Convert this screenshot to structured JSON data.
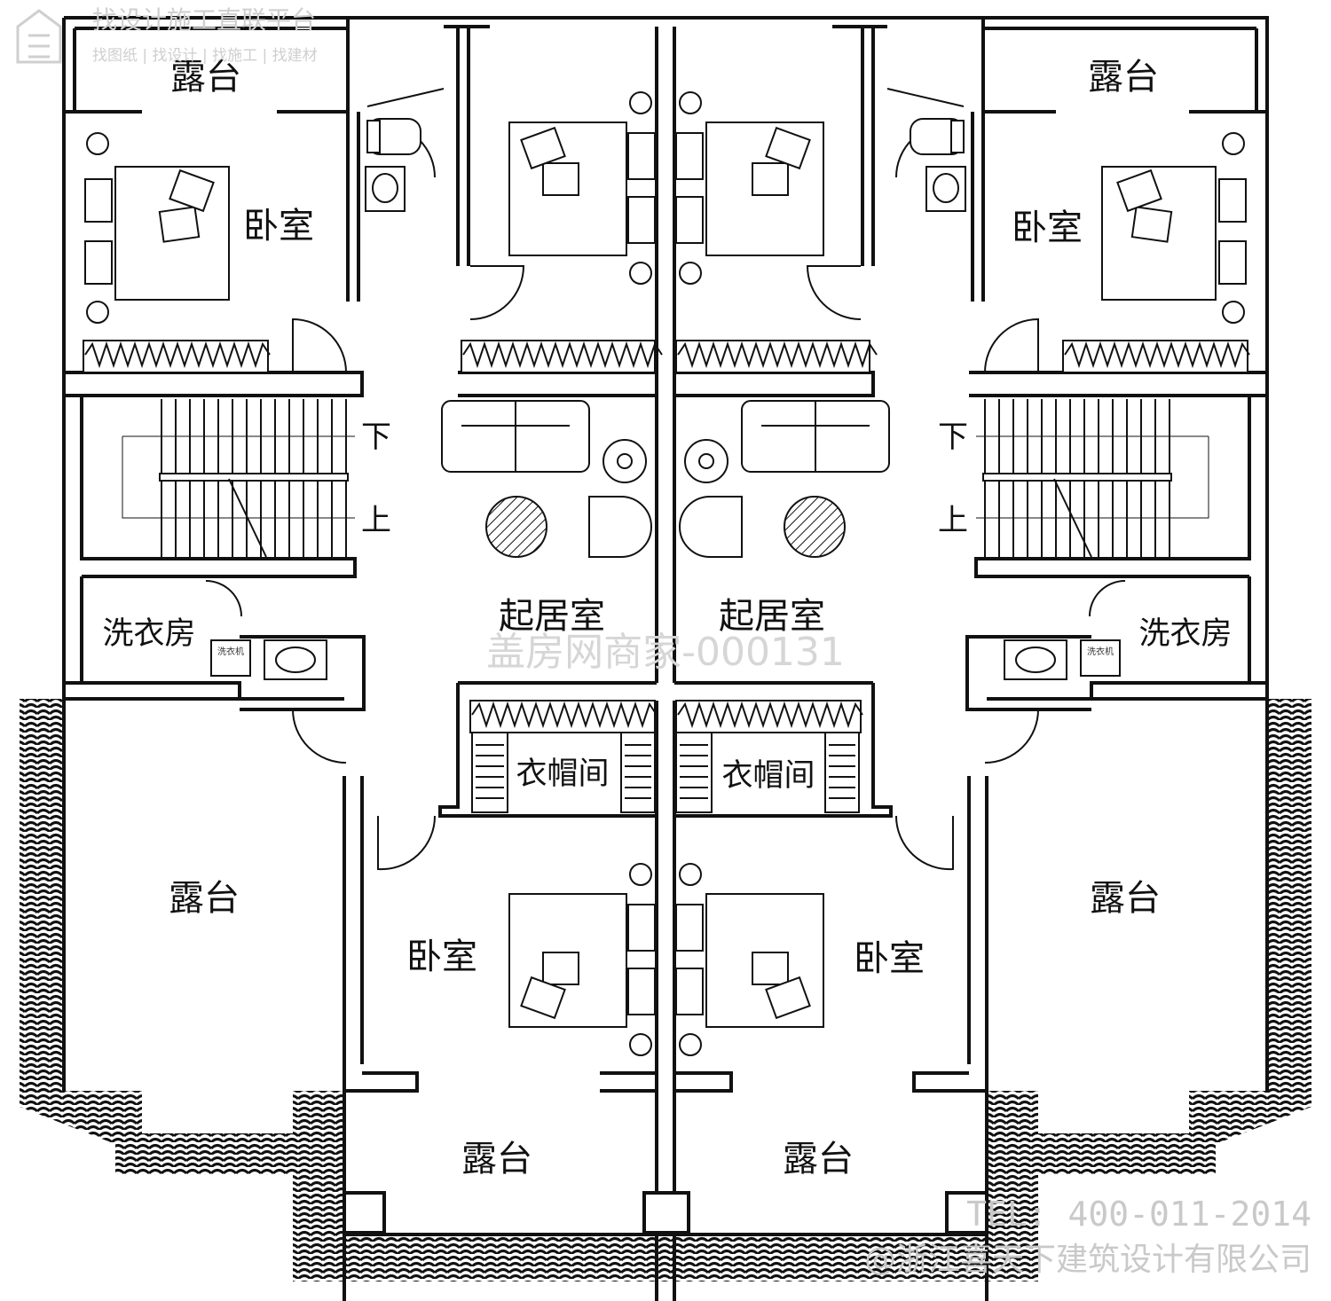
{
  "labels": {
    "terrace": "露台",
    "bedroom": "卧室",
    "laundry": "洗衣房",
    "living": "起居室",
    "closet": "衣帽间",
    "stair_down": "下",
    "stair_up": "上",
    "washer": "洗衣机"
  },
  "watermark": {
    "logo_title": "找设计施工直联平台",
    "logo_sub": "找图纸 | 找设计 | 找施工 | 找建材",
    "center": "盖房网商家-000131",
    "tel": "TEL: 400-011-2014",
    "company": "@浙江喜天下建筑设计有限公司"
  },
  "colors": {
    "wall": "#111111",
    "background": "#ffffff",
    "watermark": "#cfcfcf"
  }
}
